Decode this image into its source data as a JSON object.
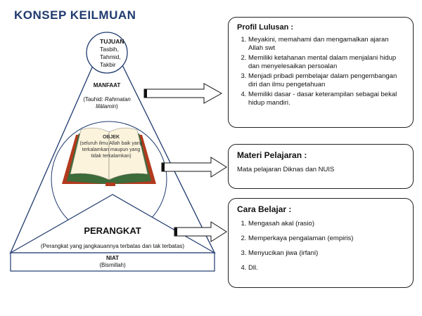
{
  "title": "KONSEP KEILMUAN",
  "diagram": {
    "tujuan": {
      "label": "TUJUAN",
      "lines": [
        "Tasbih,",
        "Tahmid,",
        "Takbir"
      ]
    },
    "manfaat": {
      "label": "MANFAAT",
      "desc_prefix": "(Tauhid: ",
      "desc_italic": "Rahmatan lilālamin",
      "desc_suffix": ")"
    },
    "objek": {
      "label": "OBJEK",
      "desc": "(seluruh ilmu Allah baik yang terkalamkan maupun yang tidak terkalamkan)"
    },
    "perangkat": {
      "label": "PERANGKAT",
      "desc": "(Perangkat  yang jangkauannya  terbatas dan tak terbatas)"
    },
    "niat": {
      "label": "NIAT",
      "desc": "(Bismillah)"
    }
  },
  "profil": {
    "title": "Profil Lulusan :",
    "items": [
      "Meyakini, memahami dan mengamalkan ajaran Allah swt",
      "Memiliki ketahanan mental dalam menjalani hidup dan menyelesaikan persoalan",
      "Menjadi pribadi pembelajar dalam pengembangan diri dan ilmu pengetahuan",
      "Memiliki dasar - dasar keterampilan sebagai bekal hidup mandiri."
    ]
  },
  "materi": {
    "title": "Materi  Pelajaran :",
    "desc": "Mata pelajaran Diknas dan NUIS"
  },
  "cara": {
    "title": "Cara Belajar :",
    "items": [
      "Mengasah akal (rasio)",
      "Memperkaya pengalaman (empiris)",
      "Menyucikan jiwa (irfani)",
      "Dll."
    ]
  },
  "colors": {
    "line": "#1f3a6e",
    "book_cover": "#b23a1e",
    "book_page": "#fbf3dc",
    "book_green": "#3d6b3a"
  }
}
